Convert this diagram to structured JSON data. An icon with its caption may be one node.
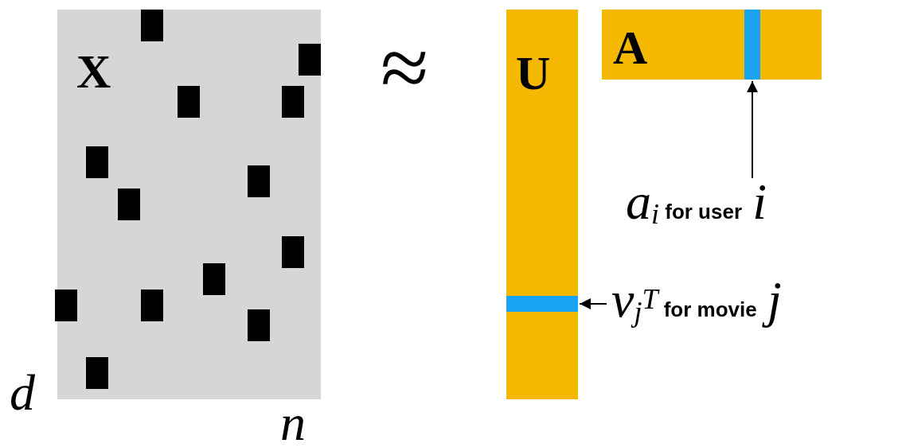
{
  "diagram": {
    "nodes": [
      {
        "text": [
          "X"
        ]
      },
      {
        "text": [
          "U"
        ]
      },
      {
        "text": [
          "A"
        ]
      },
      {
        "text": [],
        "shape": "bar",
        "in": 2
      },
      {
        "text": [],
        "shape": "bar",
        "in": 1
      },
      {
        "text": [
          "*a*$_{i}$ for user *i*"
        ]
      },
      {
        "text": [
          "*v*$_{j}$$^{T}$ for movie *j*"
        ]
      }
    ],
    "edges": [
      {
        "from": 5,
        "to": 3,
        "arrow": "to"
      },
      {
        "from": 6,
        "to": 4,
        "arrow": "to"
      }
    ],
    "labels": [
      "≈",
      "d",
      "n"
    ]
  }
}
